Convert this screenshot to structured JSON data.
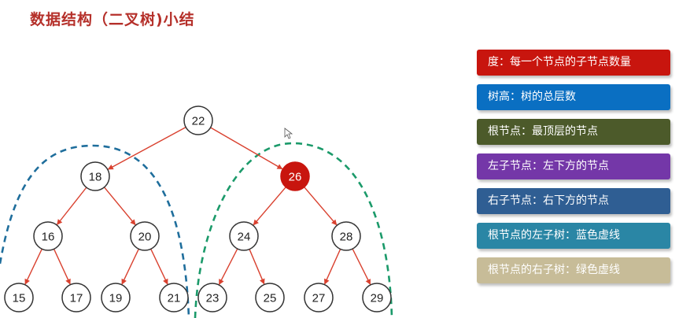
{
  "title": "数据结构（二叉树)小结",
  "tree": {
    "nodes": [
      {
        "id": "n22",
        "label": "22",
        "highlight": false
      },
      {
        "id": "n18",
        "label": "18",
        "highlight": false
      },
      {
        "id": "n26",
        "label": "26",
        "highlight": true
      },
      {
        "id": "n16",
        "label": "16",
        "highlight": false
      },
      {
        "id": "n20",
        "label": "20",
        "highlight": false
      },
      {
        "id": "n24",
        "label": "24",
        "highlight": false
      },
      {
        "id": "n28",
        "label": "28",
        "highlight": false
      },
      {
        "id": "n15",
        "label": "15",
        "highlight": false
      },
      {
        "id": "n17",
        "label": "17",
        "highlight": false
      },
      {
        "id": "n19",
        "label": "19",
        "highlight": false
      },
      {
        "id": "n21",
        "label": "21",
        "highlight": false
      },
      {
        "id": "n23",
        "label": "23",
        "highlight": false
      },
      {
        "id": "n25",
        "label": "25",
        "highlight": false
      },
      {
        "id": "n27",
        "label": "27",
        "highlight": false
      },
      {
        "id": "n29",
        "label": "29",
        "highlight": false
      }
    ],
    "edges": [
      [
        "n22",
        "n18"
      ],
      [
        "n22",
        "n26"
      ],
      [
        "n18",
        "n16"
      ],
      [
        "n18",
        "n20"
      ],
      [
        "n26",
        "n24"
      ],
      [
        "n26",
        "n28"
      ],
      [
        "n16",
        "n15"
      ],
      [
        "n16",
        "n17"
      ],
      [
        "n20",
        "n19"
      ],
      [
        "n20",
        "n21"
      ],
      [
        "n24",
        "n23"
      ],
      [
        "n24",
        "n25"
      ],
      [
        "n28",
        "n27"
      ],
      [
        "n28",
        "n29"
      ]
    ],
    "subtrees": [
      {
        "name": "left-subtree-outline",
        "color": "#1f6e9c"
      },
      {
        "name": "right-subtree-outline",
        "color": "#1b9a6a"
      }
    ],
    "highlight_color": "#c8150e",
    "edge_color": "#d9412f"
  },
  "legend": [
    {
      "text": "度：每一个节点的子节点数量",
      "color": "#c8150e"
    },
    {
      "text": "树高：树的总层数",
      "color": "#0a6fc2"
    },
    {
      "text": "根节点：最顶层的节点",
      "color": "#4c5a2a"
    },
    {
      "text": "左子节点：左下方的节点",
      "color": "#7437a8"
    },
    {
      "text": "右子节点：右下方的节点",
      "color": "#2f5e93"
    },
    {
      "text": "根节点的左子树：蓝色虚线",
      "color": "#2a86a5"
    },
    {
      "text": "根节点的右子树：绿色虚线",
      "color": "#c7bc98"
    }
  ]
}
